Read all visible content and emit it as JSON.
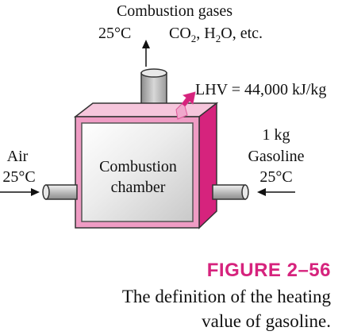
{
  "labels": {
    "combustion_gases": "Combustion gases",
    "gas_temp": "25°C",
    "gas_species_pre": "CO",
    "gas_species_sub1": "2",
    "gas_species_mid": ", H",
    "gas_species_sub2": "2",
    "gas_species_post": "O, etc.",
    "lhv": "LHV = 44,000 kJ/kg",
    "air": "Air",
    "air_temp": "25°C",
    "chamber_line1": "Combustion",
    "chamber_line2": "chamber",
    "fuel_mass": "1 kg",
    "fuel_name": "Gasoline",
    "fuel_temp": "25°C"
  },
  "caption": {
    "figure_number": "FIGURE 2–56",
    "line1": "The definition of the heating",
    "line2": "value of gasoline."
  },
  "colors": {
    "box_face": "#ef9cc4",
    "box_side": "#d6237d",
    "box_top": "#f6c6dc",
    "inner_gray": "#e0e0e0",
    "caption_accent": "#d6237d"
  }
}
